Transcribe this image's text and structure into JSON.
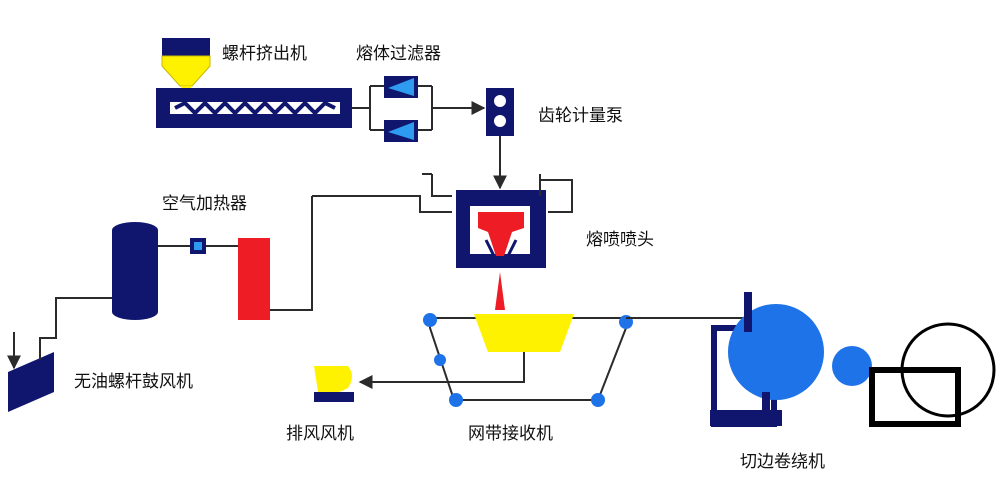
{
  "labels": {
    "extruder": "螺杆挤出机",
    "melt_filter": "熔体过滤器",
    "gear_pump": "齿轮计量泵",
    "air_heater": "空气加热器",
    "die_head": "熔喷喷头",
    "blower": "无油螺杆鼓风机",
    "exhaust_fan": "排风风机",
    "belt_collector": "网带接收机",
    "winder": "切边卷绕机"
  },
  "colors": {
    "navy": "#10166e",
    "line": "#2b2b2b",
    "red": "#ee1c24",
    "yellow": "#fff200",
    "blue": "#1e73e8",
    "black": "#000000"
  }
}
